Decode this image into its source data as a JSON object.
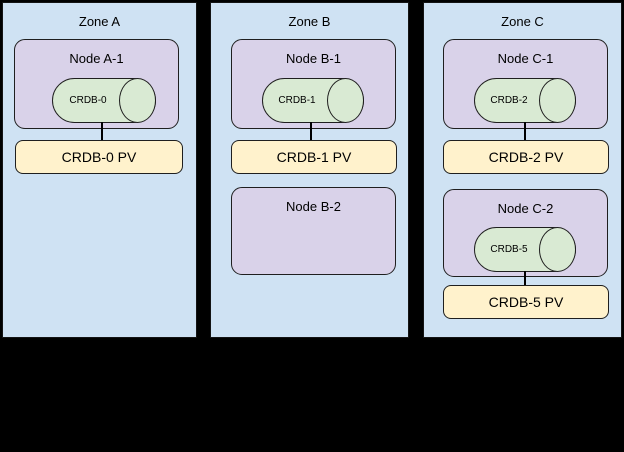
{
  "diagram": {
    "background_color": "#000000",
    "colors": {
      "zone_fill": "#cfe2f3",
      "node_fill": "#d9d2e9",
      "cylinder_fill": "#d9ead3",
      "pv_fill": "#fff2cc",
      "shape_border": "#1f1f1f",
      "text": "#000000"
    },
    "zones": [
      {
        "title": "Zone A",
        "nodes": [
          {
            "title": "Node A-1",
            "cylinder_label": "CRDB-0",
            "pv_label": "CRDB-0 PV"
          }
        ]
      },
      {
        "title": "Zone B",
        "nodes": [
          {
            "title": "Node B-1",
            "cylinder_label": "CRDB-1",
            "pv_label": "CRDB-1 PV"
          },
          {
            "title": "Node B-2"
          }
        ]
      },
      {
        "title": "Zone C",
        "nodes": [
          {
            "title": "Node C-1",
            "cylinder_label": "CRDB-2",
            "pv_label": "CRDB-2 PV"
          },
          {
            "title": "Node C-2",
            "cylinder_label": "CRDB-5",
            "pv_label": "CRDB-5 PV"
          }
        ]
      }
    ]
  }
}
